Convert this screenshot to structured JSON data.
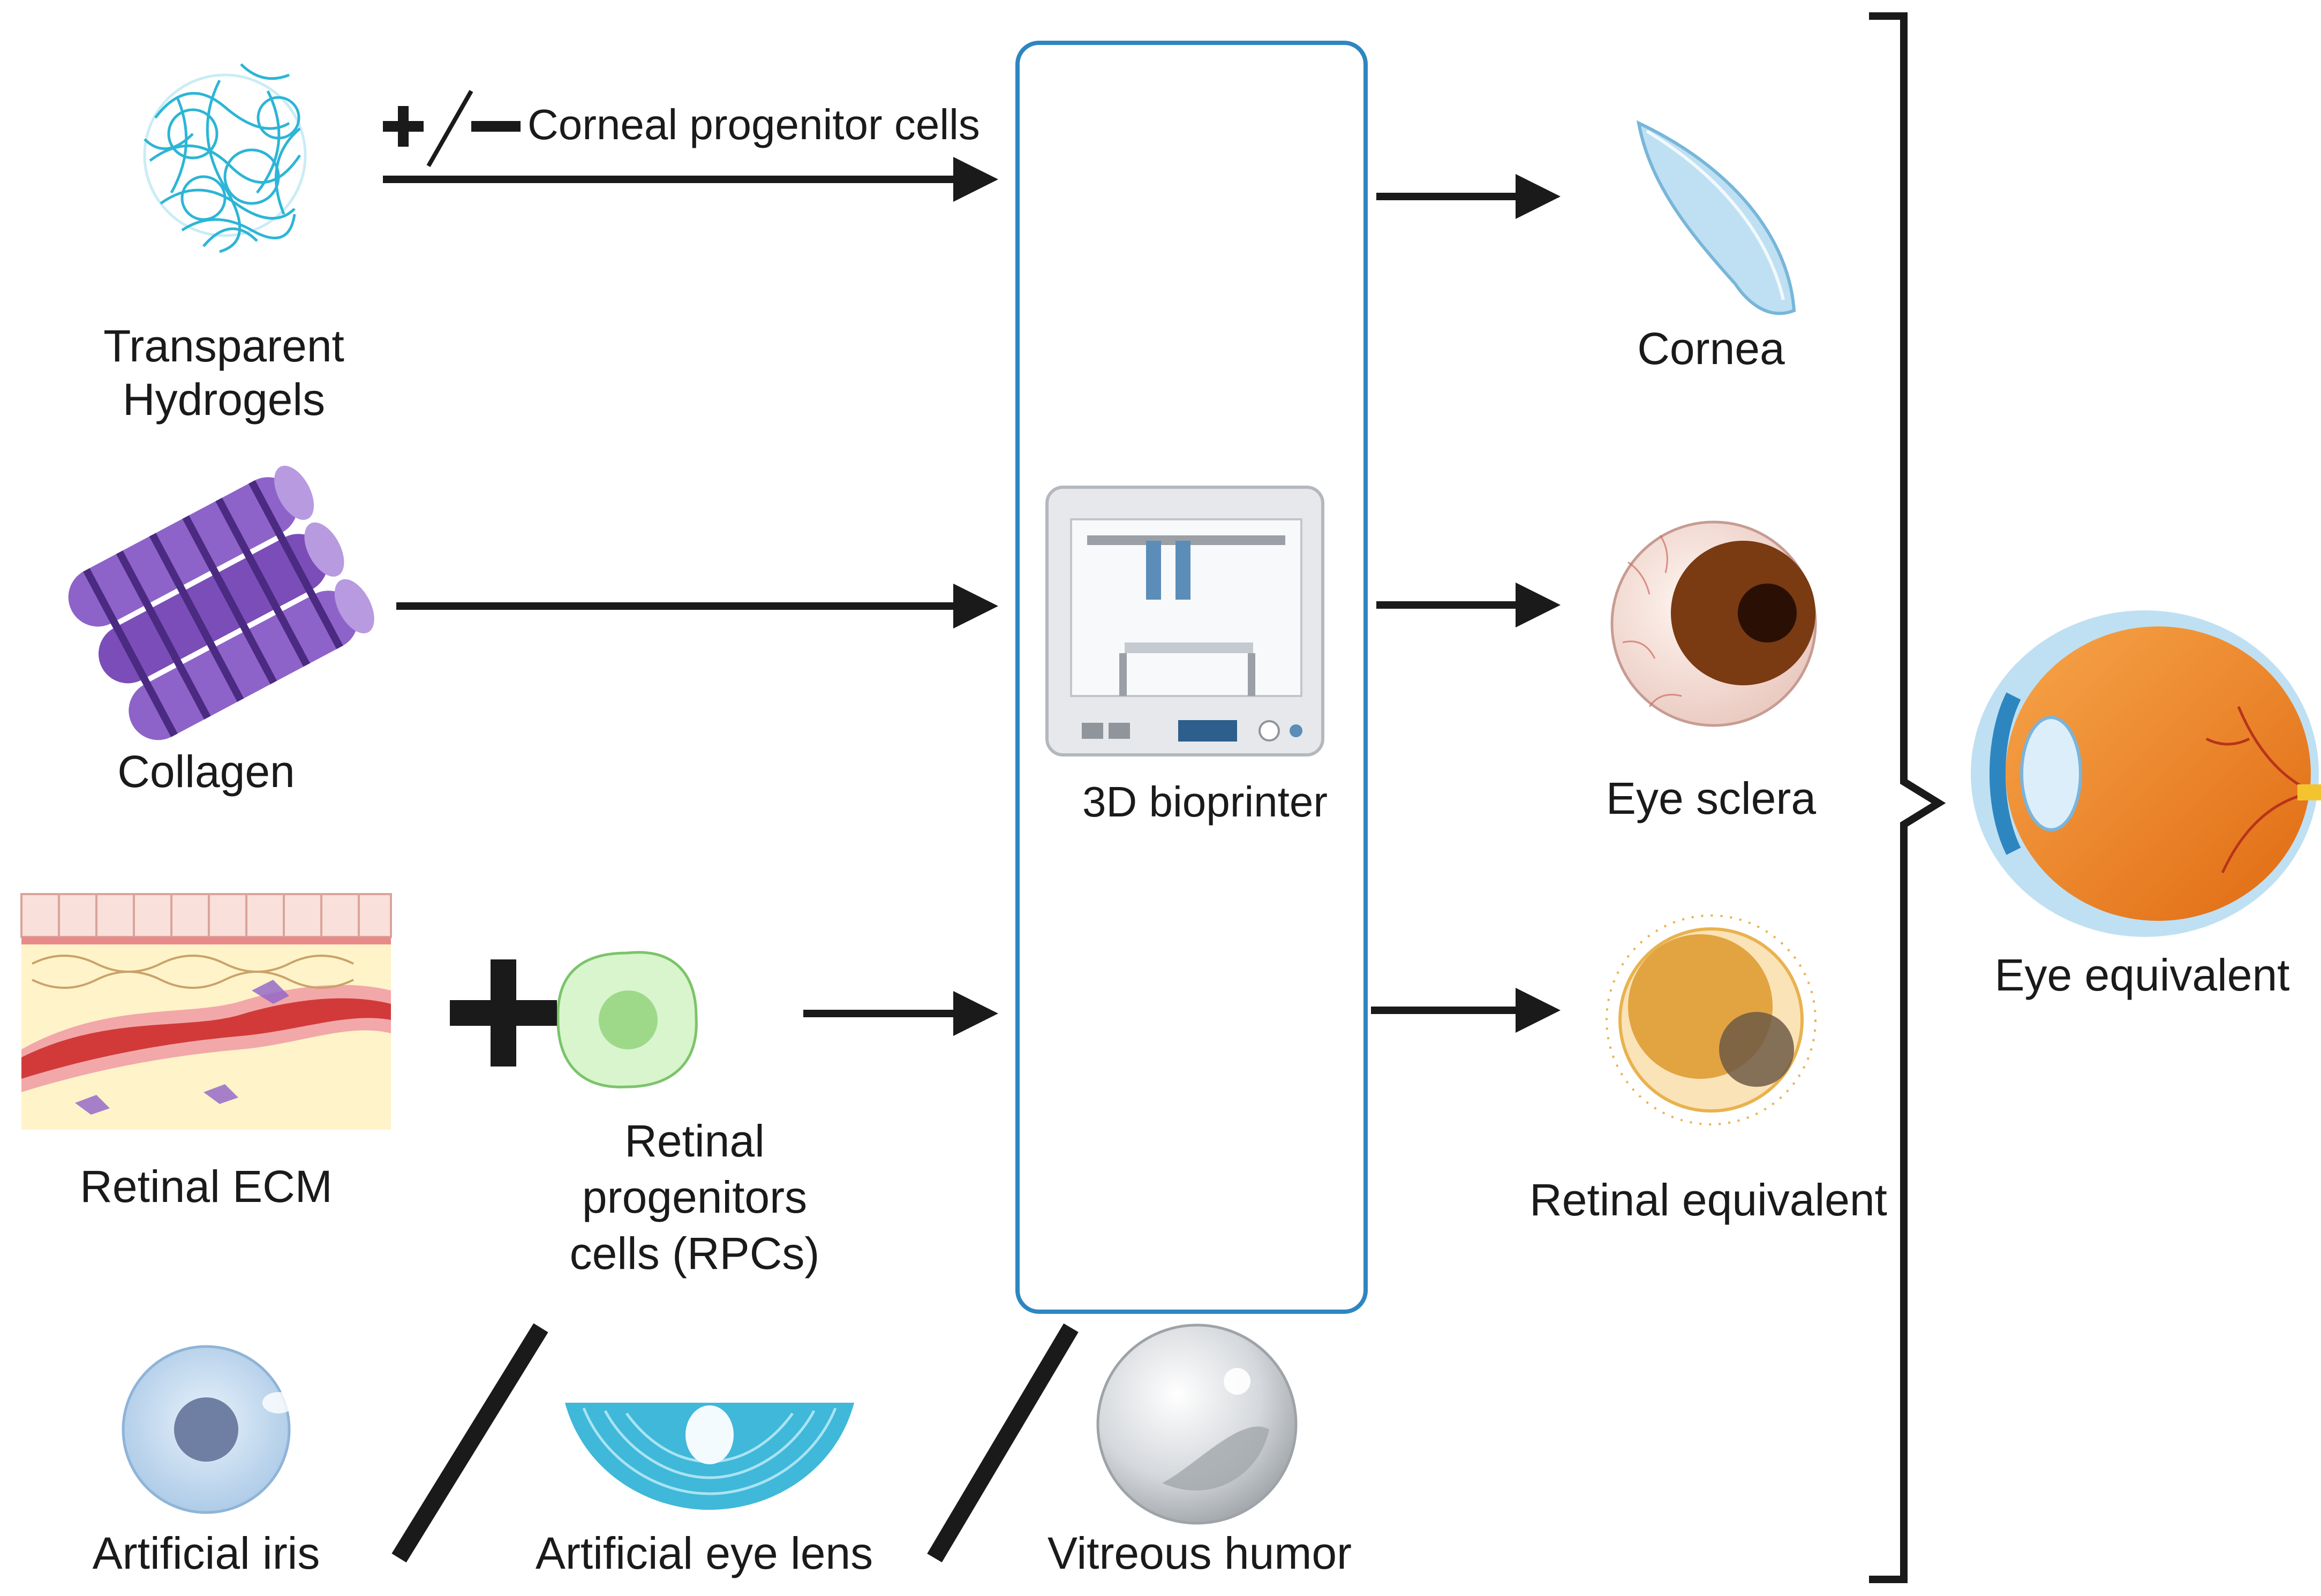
{
  "colors": {
    "arrow": "#1a1a1a",
    "printer_box": "#2E86C1",
    "hydrogel": "#2CB5D6",
    "collagen": "#7B4DB8",
    "cornea": "#BFE0F2",
    "sclera_iris": "#7A3A12",
    "retinal_equiv": "#E2A441",
    "rpc_cell": "#B7E8A8",
    "eye_orange": "#F28C28",
    "vitreous": "#C9CCD0",
    "lens": "#3FB8D9"
  },
  "inputs": {
    "hydrogel_label_1": "Transparent",
    "hydrogel_label_2": "Hydrogels",
    "corneal_cells_label": "Corneal progenitor cells",
    "plus_minus_icon": "plus-minus-icon",
    "collagen_label": "Collagen",
    "retinal_ecm_label": "Retinal ECM",
    "rpc_label_1": "Retinal",
    "rpc_label_2": "progenitors",
    "rpc_label_3": "cells (RPCs)"
  },
  "printer": {
    "label": "3D bioprinter"
  },
  "outputs": {
    "cornea_label": "Cornea",
    "sclera_label": "Eye sclera",
    "retinal_equiv_label": "Retinal equivalent",
    "eye_equiv_label": "Eye equivalent"
  },
  "bottom": {
    "iris_label": "Artificial iris",
    "lens_label": "Artificial eye lens",
    "vitreous_label": "Vitreous humor"
  }
}
